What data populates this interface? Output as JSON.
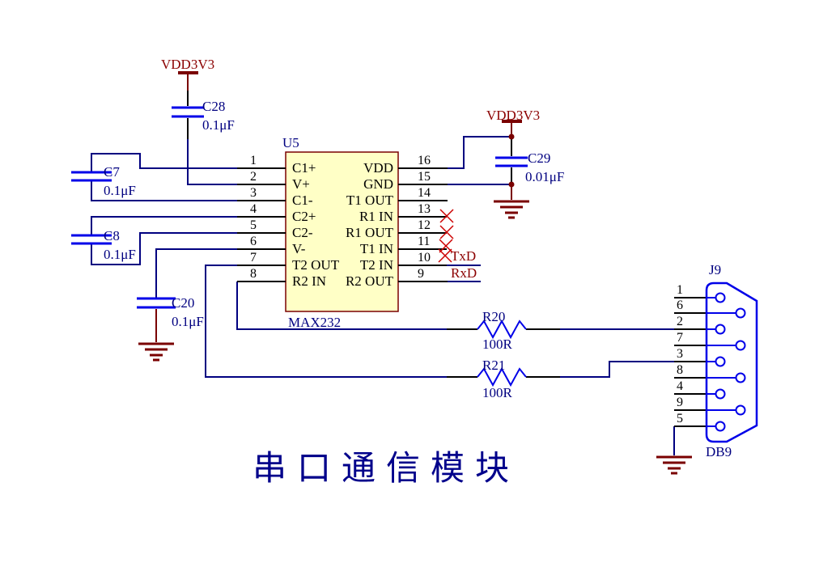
{
  "title": "串口通信模块",
  "ic": {
    "refdes": "U5",
    "part": "MAX232",
    "left_pins": [
      {
        "num": "1",
        "name": "C1+"
      },
      {
        "num": "2",
        "name": "V+"
      },
      {
        "num": "3",
        "name": "C1-"
      },
      {
        "num": "4",
        "name": "C2+"
      },
      {
        "num": "5",
        "name": "C2-"
      },
      {
        "num": "6",
        "name": "V-"
      },
      {
        "num": "7",
        "name": "T2 OUT"
      },
      {
        "num": "8",
        "name": "R2 IN"
      }
    ],
    "right_pins": [
      {
        "num": "16",
        "name": "VDD"
      },
      {
        "num": "15",
        "name": "GND"
      },
      {
        "num": "14",
        "name": "T1 OUT"
      },
      {
        "num": "13",
        "name": "R1 IN"
      },
      {
        "num": "12",
        "name": "R1 OUT"
      },
      {
        "num": "11",
        "name": "T1 IN"
      },
      {
        "num": "10",
        "name": "T2 IN"
      },
      {
        "num": "9",
        "name": "R2 OUT"
      }
    ]
  },
  "power": {
    "vdd_left": "VDD3V3",
    "vdd_right": "VDD3V3"
  },
  "net_labels": {
    "txd": "TxD",
    "rxd": "RxD"
  },
  "capacitors": {
    "c28": {
      "ref": "C28",
      "value": "0.1μF"
    },
    "c7": {
      "ref": "C7",
      "value": "0.1μF"
    },
    "c8": {
      "ref": "C8",
      "value": "0.1μF"
    },
    "c20": {
      "ref": "C20",
      "value": "0.1μF"
    },
    "c29": {
      "ref": "C29",
      "value": "0.01μF"
    }
  },
  "resistors": {
    "r20": {
      "ref": "R20",
      "value": "100R"
    },
    "r21": {
      "ref": "R21",
      "value": "100R"
    }
  },
  "connector": {
    "refdes": "J9",
    "type": "DB9",
    "pins": [
      "1",
      "6",
      "2",
      "7",
      "3",
      "8",
      "4",
      "9",
      "5"
    ]
  },
  "colors": {
    "wire": "#000080",
    "component_blue": "#0000E8",
    "power_dark_red": "#7A0000",
    "no_connect_red": "#CC0000",
    "ic_fill": "#FFFFC6",
    "title_blue": "#00008B"
  }
}
